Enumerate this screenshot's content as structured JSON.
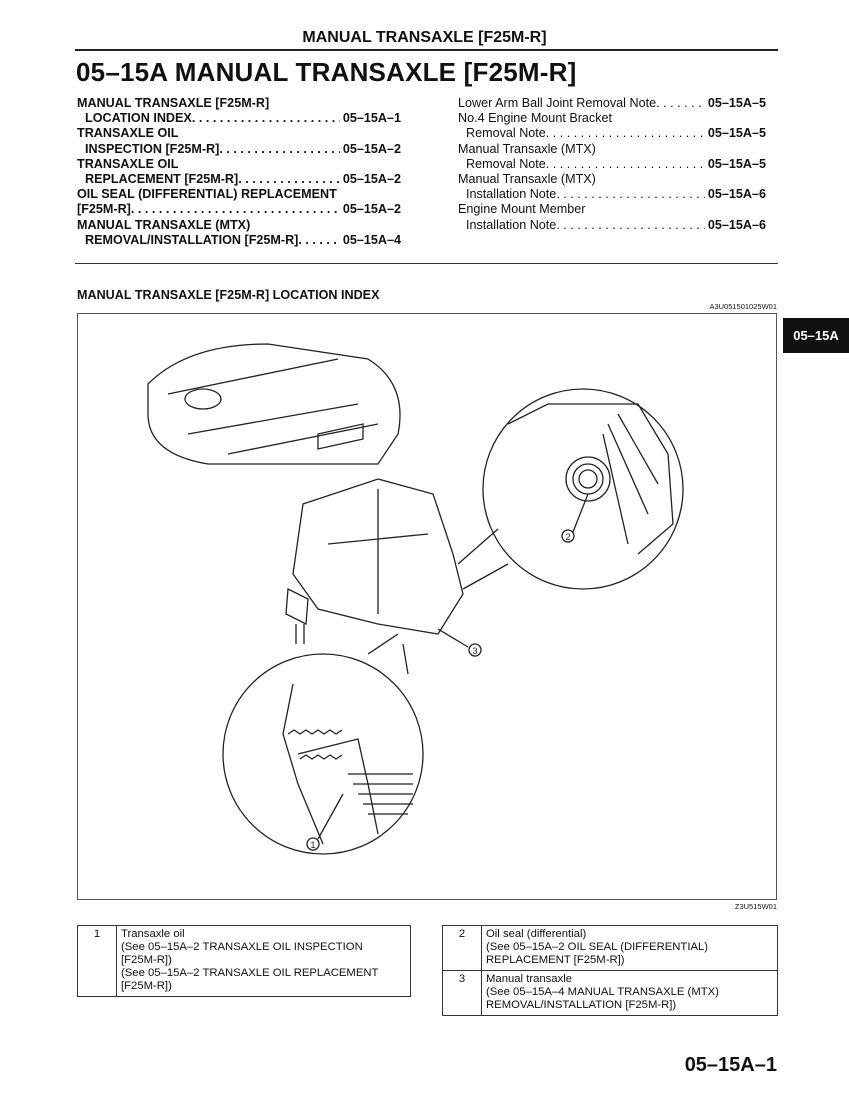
{
  "running_header": "MANUAL TRANSAXLE [F25M-R]",
  "title": "05–15A  MANUAL TRANSAXLE [F25M-R]",
  "toc_left": [
    {
      "line1": "MANUAL TRANSAXLE [F25M-R]",
      "line2": "LOCATION INDEX",
      "page": "05–15A–1"
    },
    {
      "line1": "TRANSAXLE OIL",
      "line2": "INSPECTION [F25M-R]",
      "page": "05–15A–2"
    },
    {
      "line1": "TRANSAXLE OIL",
      "line2": "REPLACEMENT [F25M-R]",
      "page": "05–15A–2"
    },
    {
      "line1": "OIL SEAL (DIFFERENTIAL) REPLACEMENT",
      "line2": "[F25M-R]",
      "page": "05–15A–2"
    },
    {
      "line1": "MANUAL TRANSAXLE (MTX)",
      "line2": "REMOVAL/INSTALLATION [F25M-R]",
      "page": "05–15A–4"
    }
  ],
  "toc_right": [
    {
      "line1": "",
      "line2": "Lower Arm Ball Joint Removal Note",
      "page": "05–15A–5"
    },
    {
      "line1": "No.4 Engine Mount Bracket",
      "line2": "Removal Note",
      "page": "05–15A–5"
    },
    {
      "line1": "Manual Transaxle (MTX)",
      "line2": "Removal Note",
      "page": "05–15A–5"
    },
    {
      "line1": "Manual Transaxle (MTX)",
      "line2": "Installation Note",
      "page": "05–15A–6"
    },
    {
      "line1": "Engine Mount Member",
      "line2": "Installation Note",
      "page": "05–15A–6"
    }
  ],
  "section_heading": "MANUAL TRANSAXLE [F25M-R] LOCATION INDEX",
  "section_code": "A3U051501025W01",
  "figure_code": "Z3U515W01",
  "figure_callouts": [
    "1",
    "2",
    "3"
  ],
  "side_tab": "05–15A",
  "legend_left": [
    {
      "num": "1",
      "lines": [
        "Transaxle oil",
        "(See 05–15A–2 TRANSAXLE OIL INSPECTION",
        "[F25M-R])",
        "(See 05–15A–2 TRANSAXLE OIL REPLACEMENT",
        "[F25M-R])"
      ]
    }
  ],
  "legend_right": [
    {
      "num": "2",
      "lines": [
        "Oil seal (differential)",
        "(See 05–15A–2 OIL SEAL (DIFFERENTIAL)",
        "REPLACEMENT [F25M-R])"
      ]
    },
    {
      "num": "3",
      "lines": [
        "Manual transaxle",
        "(See 05–15A–4 MANUAL TRANSAXLE (MTX)",
        "REMOVAL/INSTALLATION [F25M-R])"
      ]
    }
  ],
  "page_number": "05–15A–1"
}
